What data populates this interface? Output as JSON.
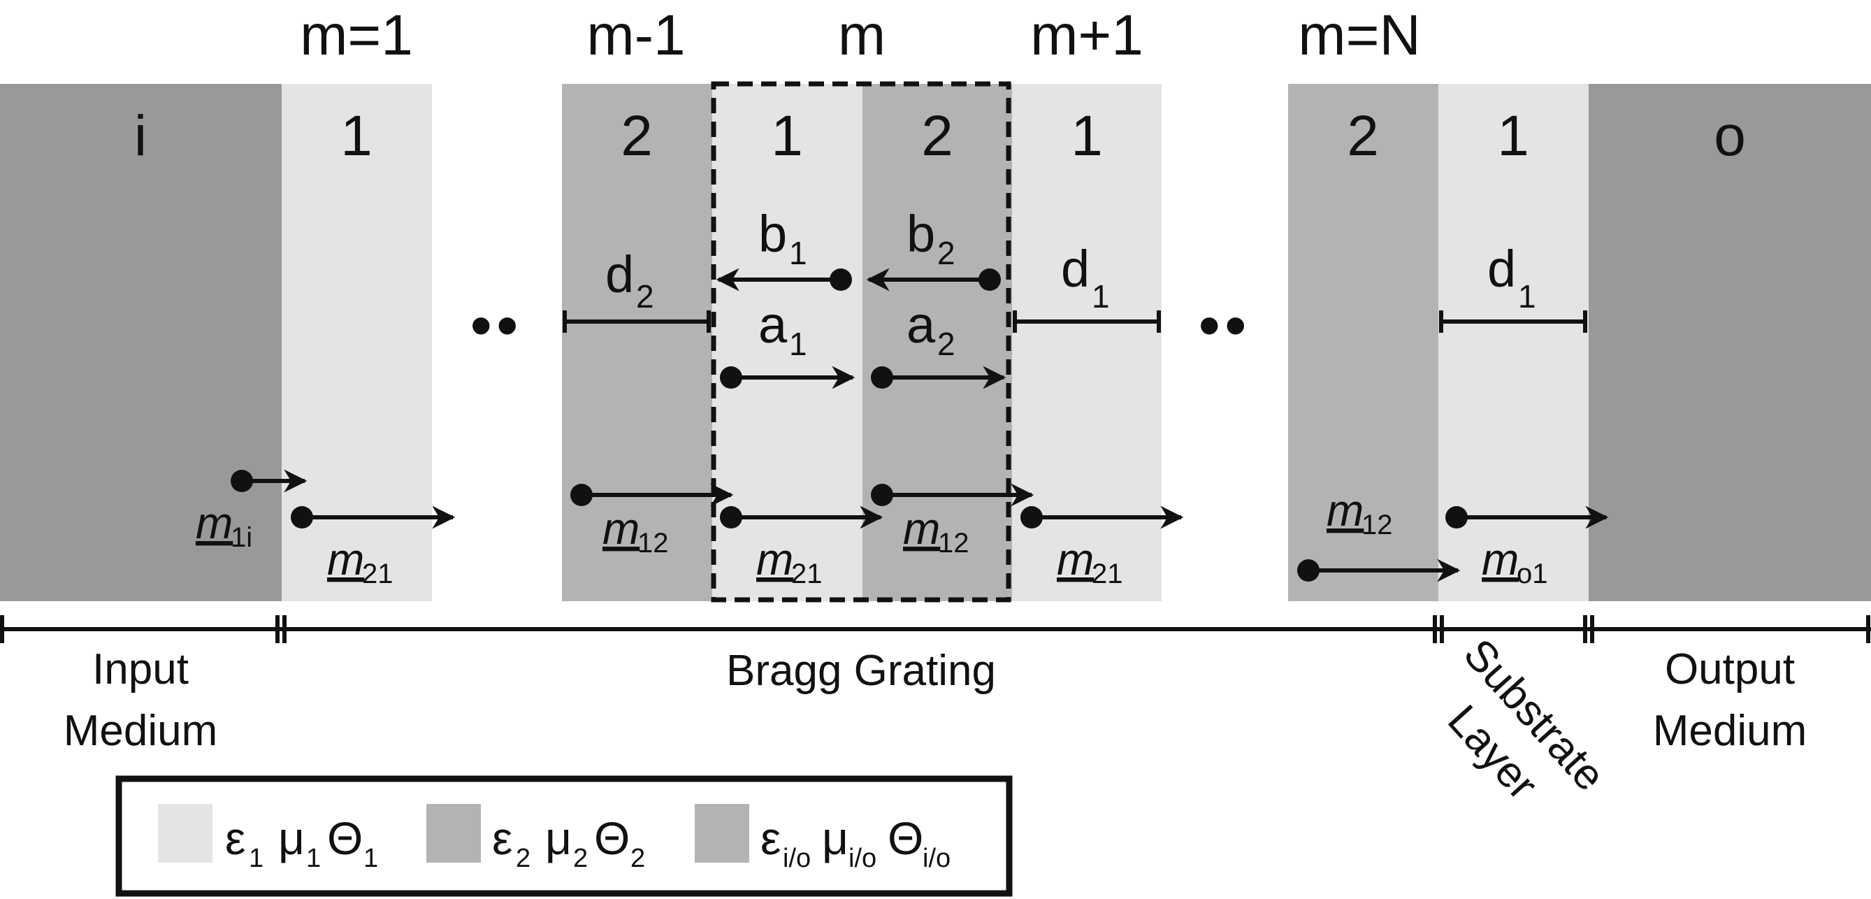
{
  "colors": {
    "light": "#e4e4e4",
    "mid": "#b3b3b3",
    "dark": "#999999",
    "ink": "#111111"
  },
  "period_labels": {
    "first": "m=1",
    "prev": "m-1",
    "current": "m",
    "next": "m+1",
    "last": "m=N"
  },
  "layers": {
    "input": "i",
    "l1a": "1",
    "l2a": "2",
    "l1b": "1",
    "l2b": "2",
    "l1c": "1",
    "l2d": "2",
    "l1d": "1",
    "output": "o"
  },
  "thickness": {
    "d2": "d",
    "d2_sub": "2",
    "d1": "d",
    "d1_sub": "1",
    "d1s": "d",
    "d1s_sub": "1"
  },
  "amplitudes": {
    "b1": "b",
    "b1_sub": "1",
    "b2": "b",
    "b2_sub": "2",
    "a1": "a",
    "a1_sub": "1",
    "a2": "a",
    "a2_sub": "2"
  },
  "matrices": {
    "m1i": "m",
    "m1i_sub": "1i",
    "m21a": "m",
    "m21a_sub": "21",
    "m12a": "m",
    "m12a_sub": "12",
    "m21b": "m",
    "m21b_sub": "21",
    "m12b": "m",
    "m12b_sub": "12",
    "m21c": "m",
    "m21c_sub": "21",
    "m12c": "m",
    "m12c_sub": "12",
    "mo1": "m",
    "mo1_sub": "o1"
  },
  "ellipsis": [
    "••",
    "••"
  ],
  "regions": {
    "input_1": "Input",
    "input_2": "Medium",
    "bragg": "Bragg Grating",
    "substrate_1": "Substrate",
    "substrate_2": "Layer",
    "output_1": "Output",
    "output_2": "Medium"
  },
  "legend": {
    "item1": {
      "eps": "ε",
      "eps_sub": "1",
      "mu": "μ",
      "mu_sub": "1",
      "theta": "Θ",
      "theta_sub": "1"
    },
    "item2": {
      "eps": "ε",
      "eps_sub": "2",
      "mu": "μ",
      "mu_sub": "2",
      "theta": "Θ",
      "theta_sub": "2"
    },
    "item3": {
      "eps": "ε",
      "eps_sub": "i/o",
      "mu": "μ",
      "mu_sub": "i/o",
      "theta": "Θ",
      "theta_sub": "i/o"
    }
  }
}
